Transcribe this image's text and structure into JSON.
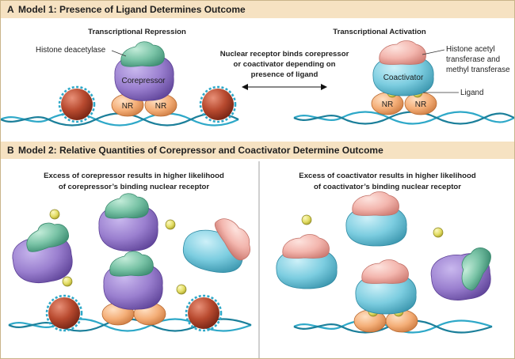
{
  "panel_a": {
    "letter": "A",
    "title": "Model 1: Presence of Ligand Determines Outcome",
    "left_heading": "Transcriptional Repression",
    "right_heading": "Transcriptional Activation",
    "center_text": [
      "Nuclear receptor binds corepressor",
      "or coactivator depending on",
      "presence of ligand"
    ],
    "labels": {
      "histone_deacetylase": "Histone deacetylase",
      "corepressor": "Corepressor",
      "nr": "NR",
      "coactivator": "Coactivator",
      "hat": [
        "Histone acetyl",
        "transferase and",
        "methyl transferase"
      ],
      "ligand": "Ligand"
    }
  },
  "panel_b": {
    "letter": "B",
    "title": "Model 2: Relative Quantities of Corepressor and Coactivator Determine Outcome",
    "left_text": [
      "Excess of corepressor results in higher likelihood",
      "of corepressor’s binding nuclear receptor"
    ],
    "right_text": [
      "Excess of coactivator results in higher likelihood",
      "of coactivator’s binding nuclear receptor"
    ]
  },
  "colors": {
    "band": "#f6e2c2",
    "corepressor": "#9a7fcf",
    "deacetylase": "#79c3a6",
    "coactivator": "#7ccde0",
    "transferase": "#f3b6ae",
    "nr": "#f4ae77",
    "ligand": "#e2dc62",
    "histone": "#b84a2f",
    "dna": "#2ea8c8"
  }
}
